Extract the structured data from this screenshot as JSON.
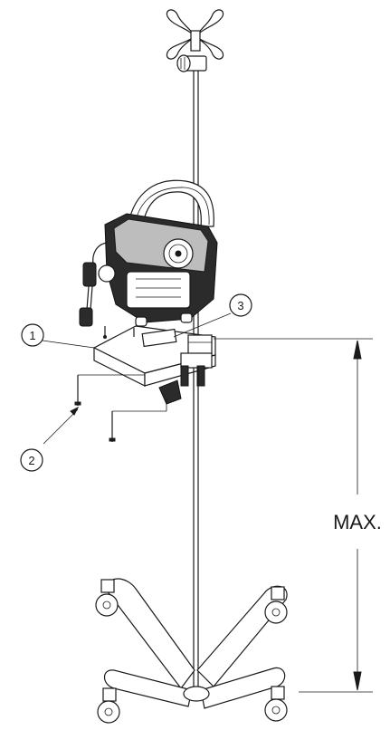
{
  "callouts": [
    {
      "label": "1"
    },
    {
      "label": "2"
    },
    {
      "label": "3"
    }
  ],
  "dimension": {
    "label": "MAX."
  }
}
